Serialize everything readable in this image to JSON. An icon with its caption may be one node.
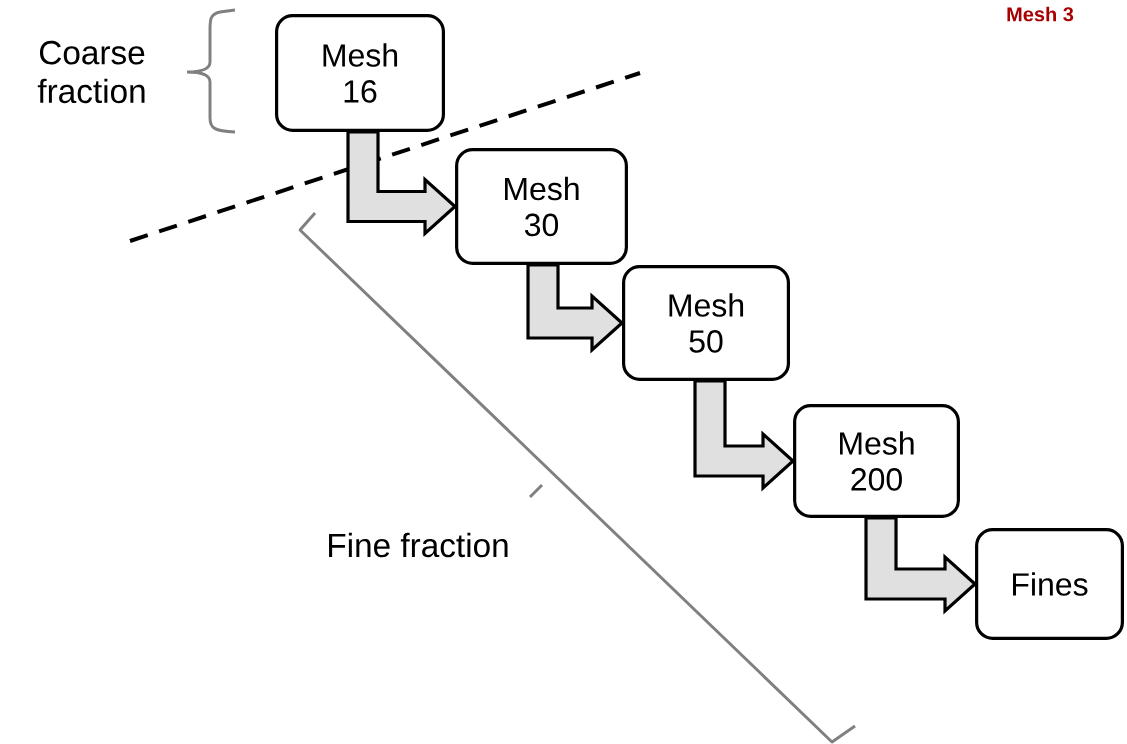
{
  "diagram": {
    "nodes": [
      {
        "text": [
          "Mesh 16"
        ]
      },
      {
        "text": [
          "Mesh 30"
        ]
      },
      {
        "text": [
          "Mesh 50"
        ]
      },
      {
        "text": [
          "Mesh 200"
        ]
      },
      {
        "text": [
          "Fines"
        ]
      }
    ],
    "edges": [
      {
        "from": 0,
        "to": 1,
        "arrow": "to"
      },
      {
        "from": 1,
        "to": 2,
        "arrow": "to"
      },
      {
        "from": 2,
        "to": 3,
        "arrow": "to"
      },
      {
        "from": 3,
        "to": 4,
        "arrow": "to"
      }
    ],
    "labels": [
      "Mesh 3",
      "Coarse fraction",
      "Fine fraction"
    ]
  }
}
